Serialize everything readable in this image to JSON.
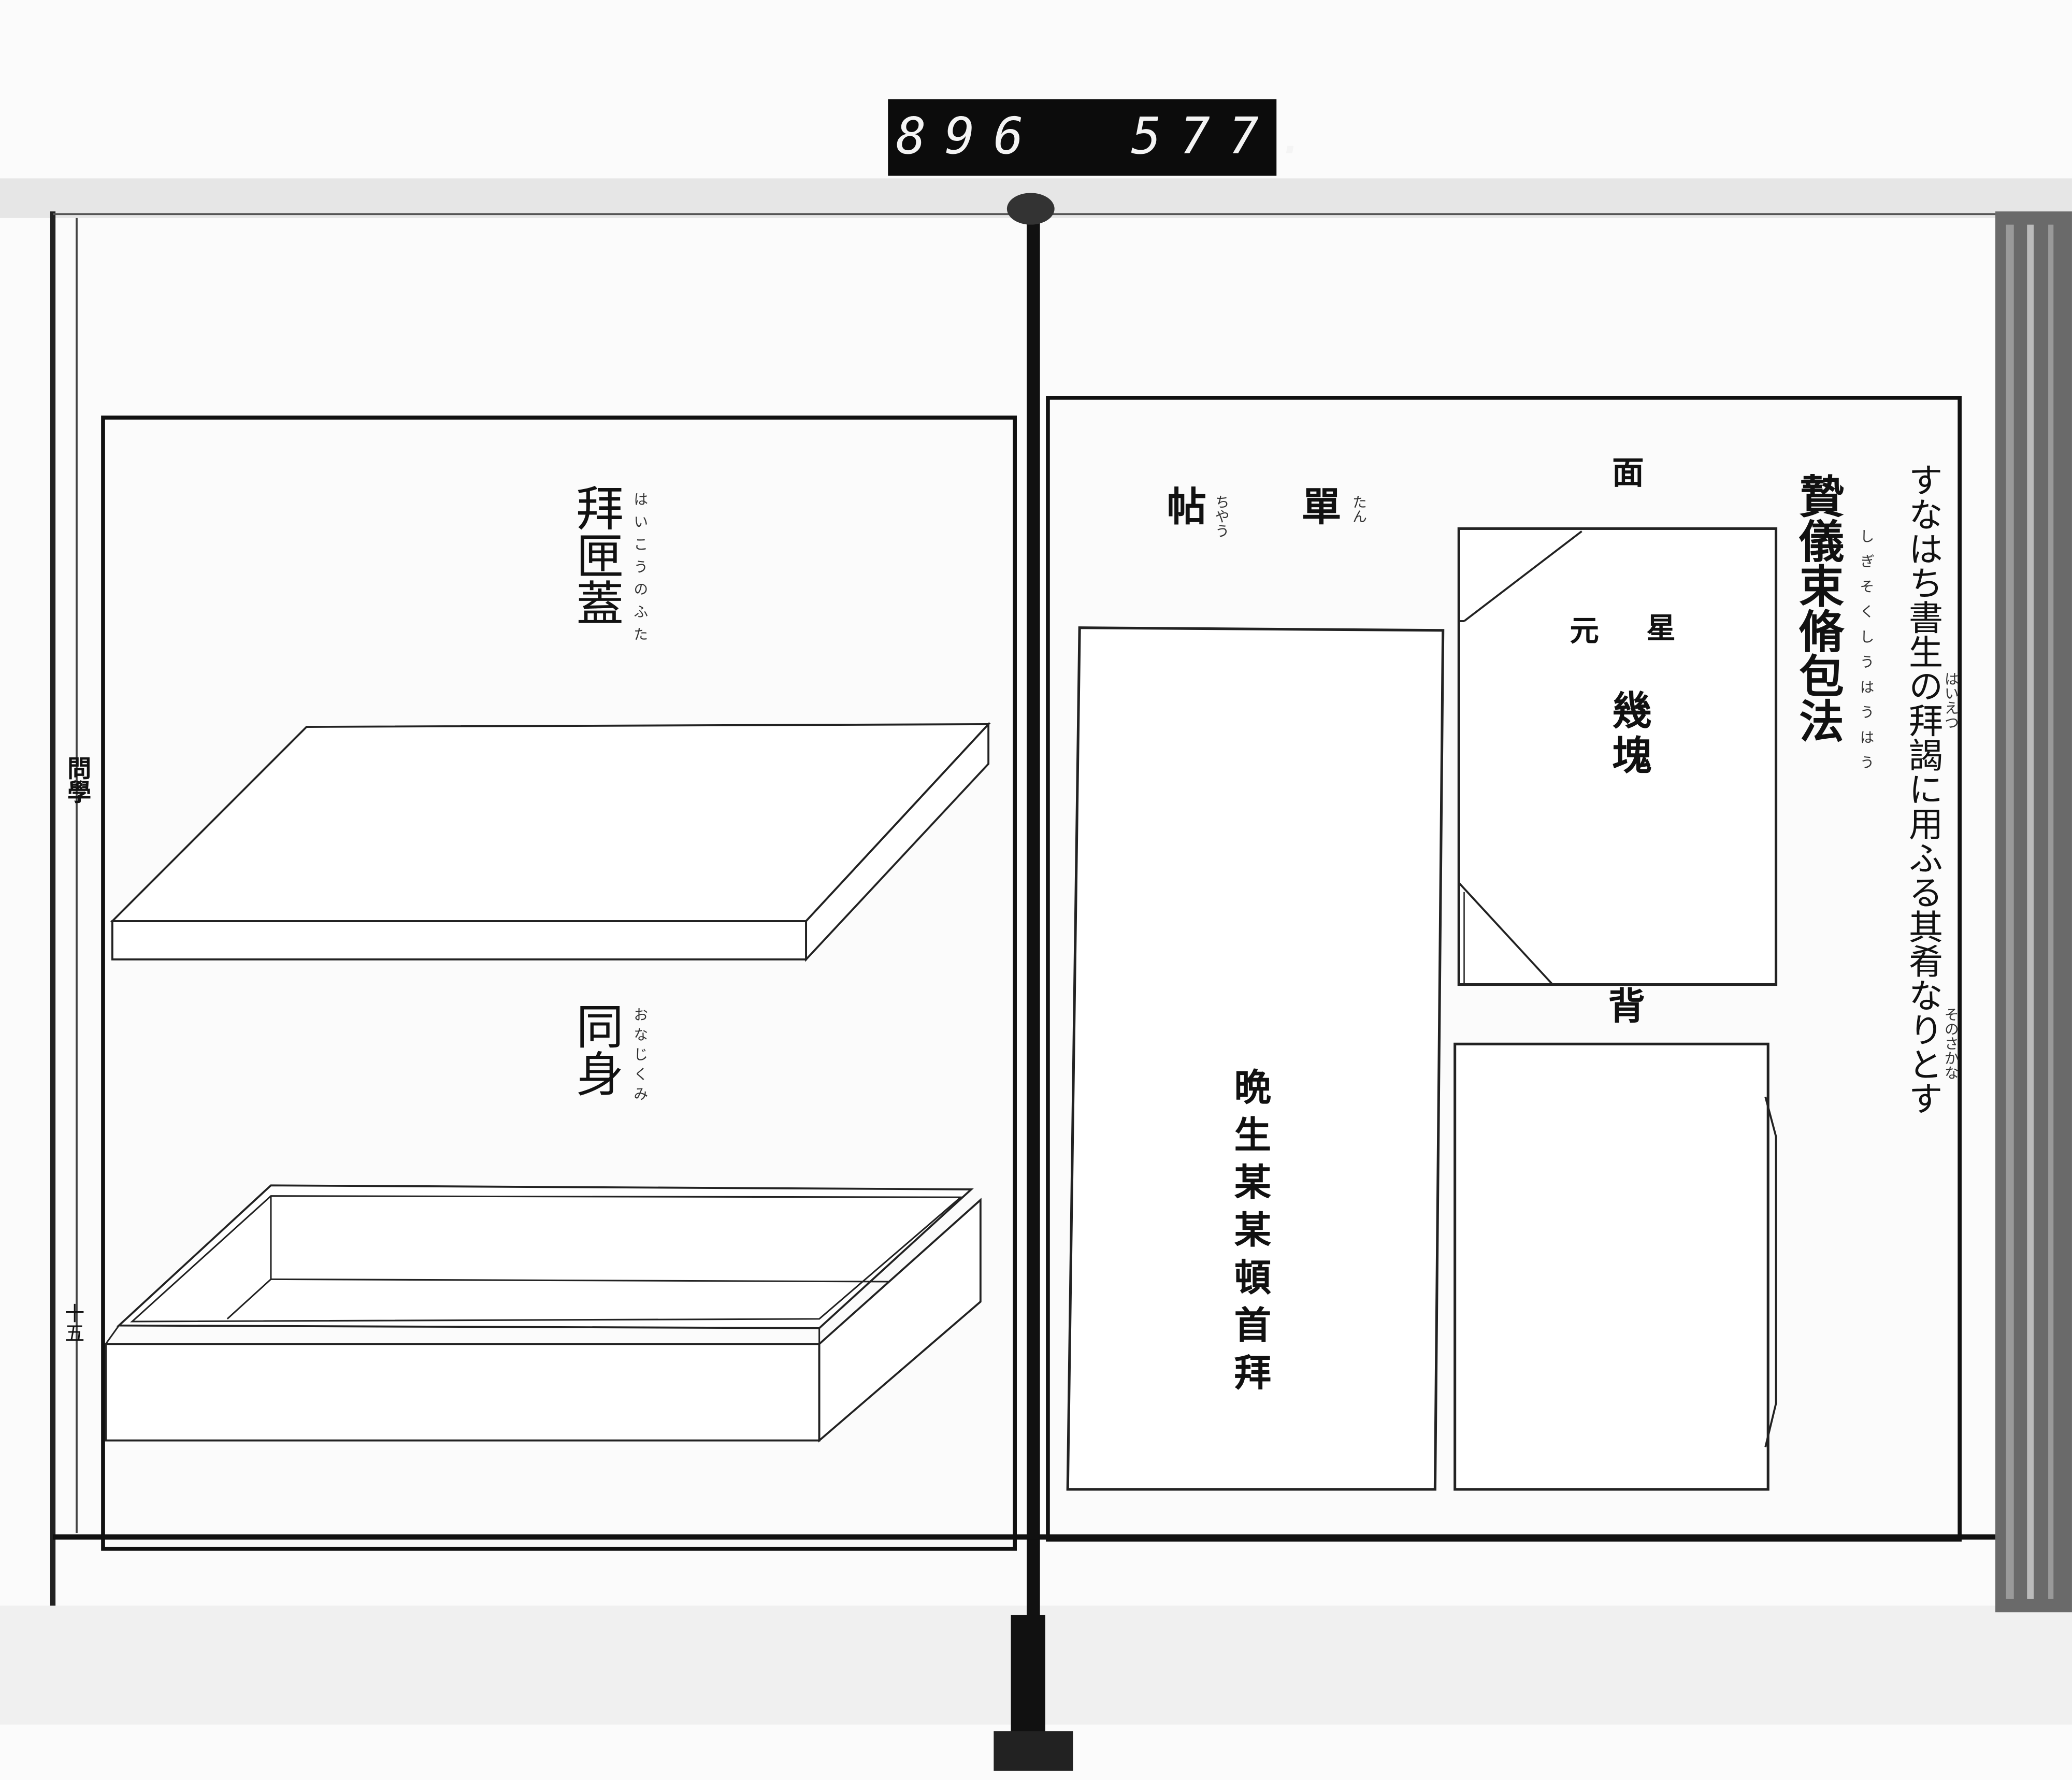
{
  "catalog_label": {
    "left_number": "896",
    "right_number": "577."
  },
  "left_page": {
    "margin_title": "問學",
    "page_number": "十五",
    "lid_caption": "拜匣蓋",
    "lid_ruby": "はいこうのふた",
    "body_caption": "同身",
    "body_ruby": "おなじくみ"
  },
  "right_page": {
    "title": "贄儀束脩包法",
    "title_ruby": "しぎそくしうはうはう",
    "description": "すなはち書生の拜謁に用ふる其肴なりとす",
    "description_ruby_top": "はいえつ",
    "description_ruby_bottom": "そのさかな",
    "card_heading_1": "單",
    "card_heading_1_ruby": "たん",
    "card_heading_2": "帖",
    "card_heading_2_ruby": "ちやう",
    "card_text": "晩生某某頓首拜",
    "front_label": "面",
    "back_label": "背",
    "wrapper_top_left": "元",
    "wrapper_top_right": "星",
    "wrapper_main": "幾塊"
  }
}
